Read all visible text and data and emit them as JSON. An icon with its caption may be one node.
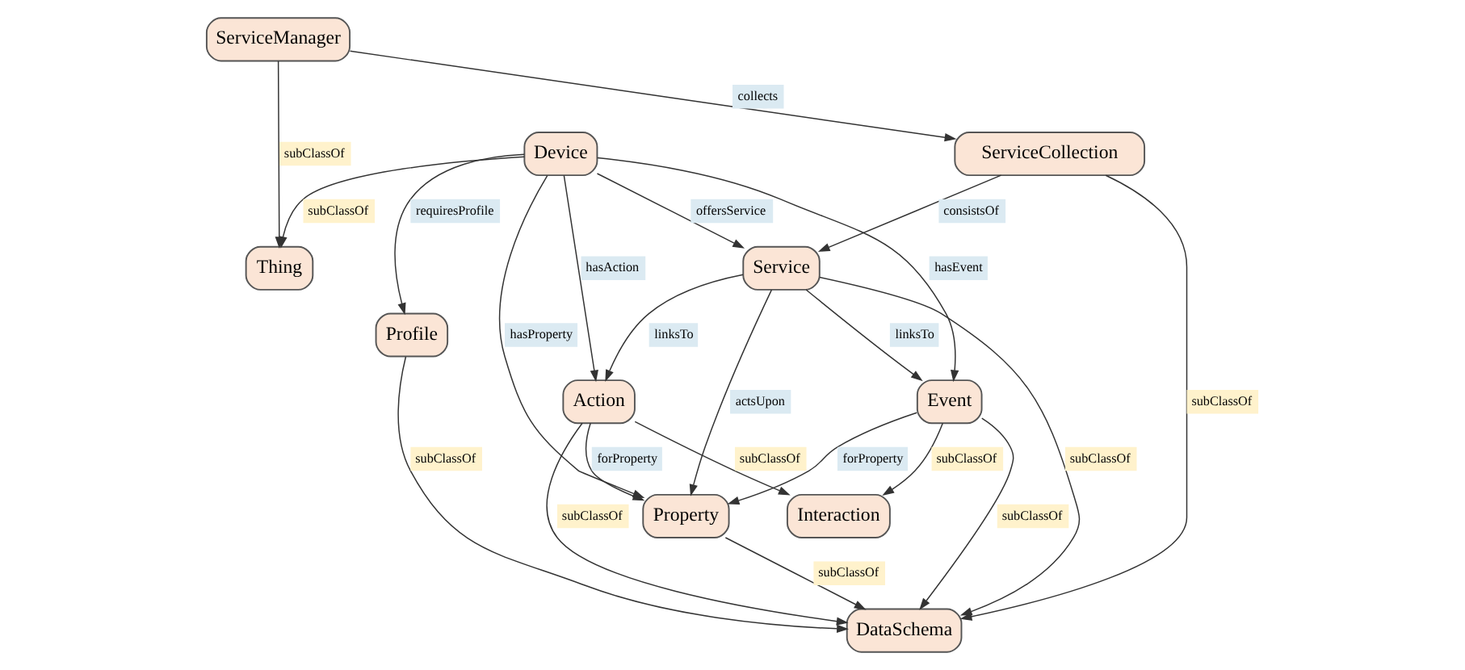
{
  "diagram": {
    "nodes": [
      {
        "text": [
          "Thing"
        ]
      },
      {
        "text": [
          "Device"
        ]
      },
      {
        "text": [
          "ServiceManager"
        ]
      },
      {
        "text": [
          "Profile"
        ]
      },
      {
        "text": [
          "Action"
        ]
      },
      {
        "text": [
          "Property"
        ]
      },
      {
        "text": [
          "Event"
        ]
      },
      {
        "text": [
          "ServiceCollection"
        ]
      },
      {
        "text": [
          "DataSchema"
        ]
      },
      {
        "text": [
          "Service"
        ]
      },
      {
        "text": [
          "Interaction"
        ]
      }
    ],
    "edges": [
      {
        "from": 1,
        "to": 0,
        "arrow": "to",
        "label": "subClassOf"
      },
      {
        "from": 2,
        "to": 0,
        "arrow": "to",
        "label": "subClassOf"
      },
      {
        "from": 1,
        "to": 3,
        "arrow": "to",
        "label": "requiresProfile"
      },
      {
        "from": 1,
        "to": 4,
        "arrow": "to",
        "label": "hasAction"
      },
      {
        "from": 1,
        "to": 5,
        "arrow": "to",
        "label": "hasProperty"
      },
      {
        "from": 1,
        "to": 6,
        "arrow": "to",
        "label": "hasEvent"
      },
      {
        "from": 1,
        "to": 9,
        "arrow": "to",
        "label": "offersService"
      },
      {
        "from": 2,
        "to": 7,
        "arrow": "to",
        "label": "collects"
      },
      {
        "from": 4,
        "to": 5,
        "arrow": "to",
        "label": "forProperty"
      },
      {
        "from": 6,
        "to": 5,
        "arrow": "to",
        "label": "forProperty"
      },
      {
        "from": 9,
        "to": 4,
        "arrow": "to",
        "label": "linksTo"
      },
      {
        "from": 9,
        "to": 5,
        "arrow": "to",
        "label": "actsUpon"
      },
      {
        "from": 9,
        "to": 6,
        "arrow": "to",
        "label": "linksTo"
      },
      {
        "from": 5,
        "to": 8,
        "arrow": "to",
        "label": "subClassOf"
      },
      {
        "from": 4,
        "to": 8,
        "arrow": "to",
        "label": "subClassOf"
      },
      {
        "from": 6,
        "to": 8,
        "arrow": "to",
        "label": "subClassOf"
      },
      {
        "from": 3,
        "to": 8,
        "arrow": "to",
        "label": "subClassOf"
      },
      {
        "from": 9,
        "to": 8,
        "arrow": "to",
        "label": "subClassOf"
      },
      {
        "from": 7,
        "to": 9,
        "arrow": "to",
        "label": "consistsOf"
      },
      {
        "from": 7,
        "to": 8,
        "arrow": "to",
        "label": "subClassOf"
      },
      {
        "from": 4,
        "to": 10,
        "arrow": "to",
        "label": "subClassOf"
      },
      {
        "from": 6,
        "to": 10,
        "arrow": "to",
        "label": "subClassOf"
      }
    ]
  }
}
